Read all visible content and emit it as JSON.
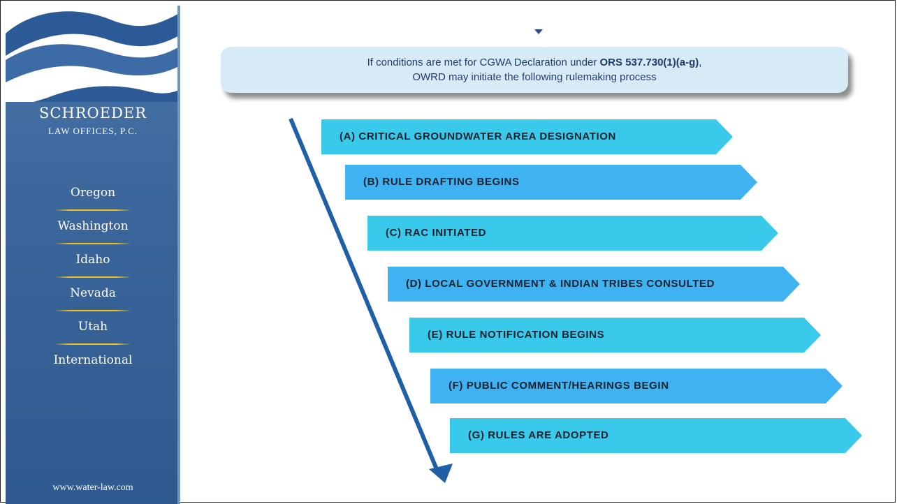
{
  "sidebar": {
    "firm_name": "SCHROEDER",
    "firm_subtitle": "LAW OFFICES, P.C.",
    "states": [
      "Oregon",
      "Washington",
      "Idaho",
      "Nevada",
      "Utah",
      "International"
    ],
    "website": "www.water-law.com"
  },
  "condition": {
    "line1_prefix": "If conditions are met for CGWA Declaration under ",
    "line1_bold": "ORS 537.730(1)(a-g)",
    "line1_suffix": ",",
    "line2": "OWRD may initiate the following rulemaking process"
  },
  "steps": [
    "(A) CRITICAL GROUNDWATER AREA DESIGNATION",
    "(B) RULE DRAFTING BEGINS",
    "(C) RAC INITIATED",
    "(D) LOCAL GOVERNMENT & INDIAN TRIBES CONSULTED",
    "(E) RULE NOTIFICATION BEGINS",
    "(F) PUBLIC COMMENT/HEARINGS BEGIN",
    "(G) RULES ARE ADOPTED"
  ],
  "colors": {
    "sidebar": "#3b669b",
    "step_cyan": "#39c9ea",
    "step_blue": "#3fb2f2",
    "flow_arrow": "#1f5fa8",
    "condition_box": "#d7ebf7"
  }
}
